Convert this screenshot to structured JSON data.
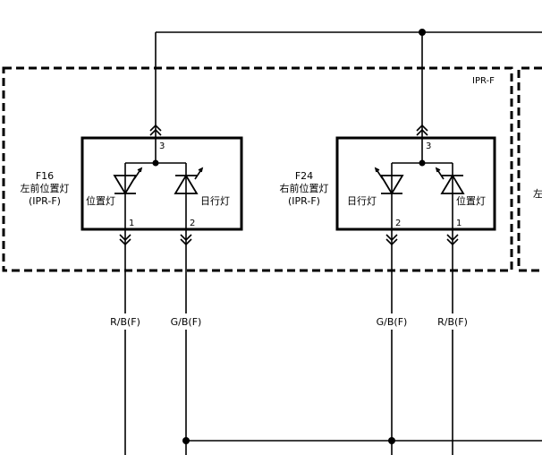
{
  "region_label": "IPR-F",
  "left_component": {
    "ref": "F16",
    "name": "左前位置灯",
    "variant": "(IPR-F)",
    "lamp_left": "位置灯",
    "lamp_right": "日行灯",
    "pin_top": "3",
    "pin_left": "1",
    "pin_right": "2"
  },
  "right_component": {
    "ref": "F24",
    "name": "右前位置灯",
    "variant": "(IPR-F)",
    "lamp_left": "日行灯",
    "lamp_right": "位置灯",
    "pin_top": "3",
    "pin_left": "2",
    "pin_right": "1"
  },
  "edge_label": "左",
  "wires": {
    "w1": "R/B(F)",
    "w2": "G/B(F)",
    "w3": "G/B(F)",
    "w4": "R/B(F)"
  }
}
